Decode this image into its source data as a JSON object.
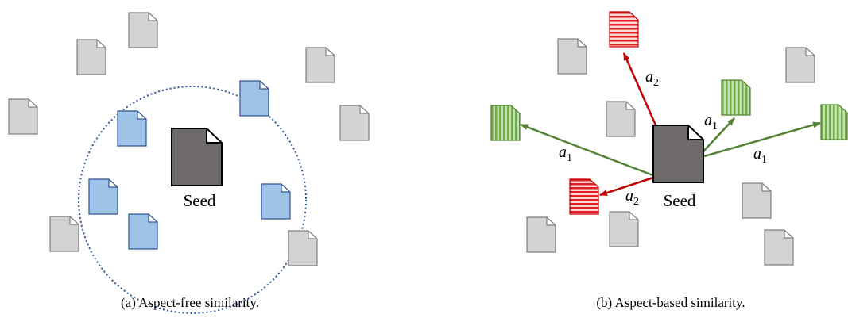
{
  "panels": [
    {
      "id": "a",
      "caption": "(a)  Aspect-free similarity.",
      "seed_label": "Seed"
    },
    {
      "id": "b",
      "caption": "(b)  Aspect-based similarity.",
      "seed_label": "Seed",
      "aspect_labels": [
        {
          "letter": "a",
          "sub": "2"
        },
        {
          "letter": "a",
          "sub": "1"
        },
        {
          "letter": "a",
          "sub": "1"
        },
        {
          "letter": "a",
          "sub": "1"
        },
        {
          "letter": "a",
          "sub": "2"
        }
      ]
    }
  ],
  "colors": {
    "gray_doc": "#d3d3d3",
    "gray_doc_stroke": "#7f7f7f",
    "seed_doc": "#6f6a6a",
    "blue_doc": "#9dc3e6",
    "blue_doc_stroke": "#2f5597",
    "circle_dotted": "#2f5597",
    "aspect1_green": "#548235",
    "aspect1_fill": "#a9d18e",
    "aspect2_red": "#c00000",
    "aspect2_fill": "#ff5050"
  }
}
